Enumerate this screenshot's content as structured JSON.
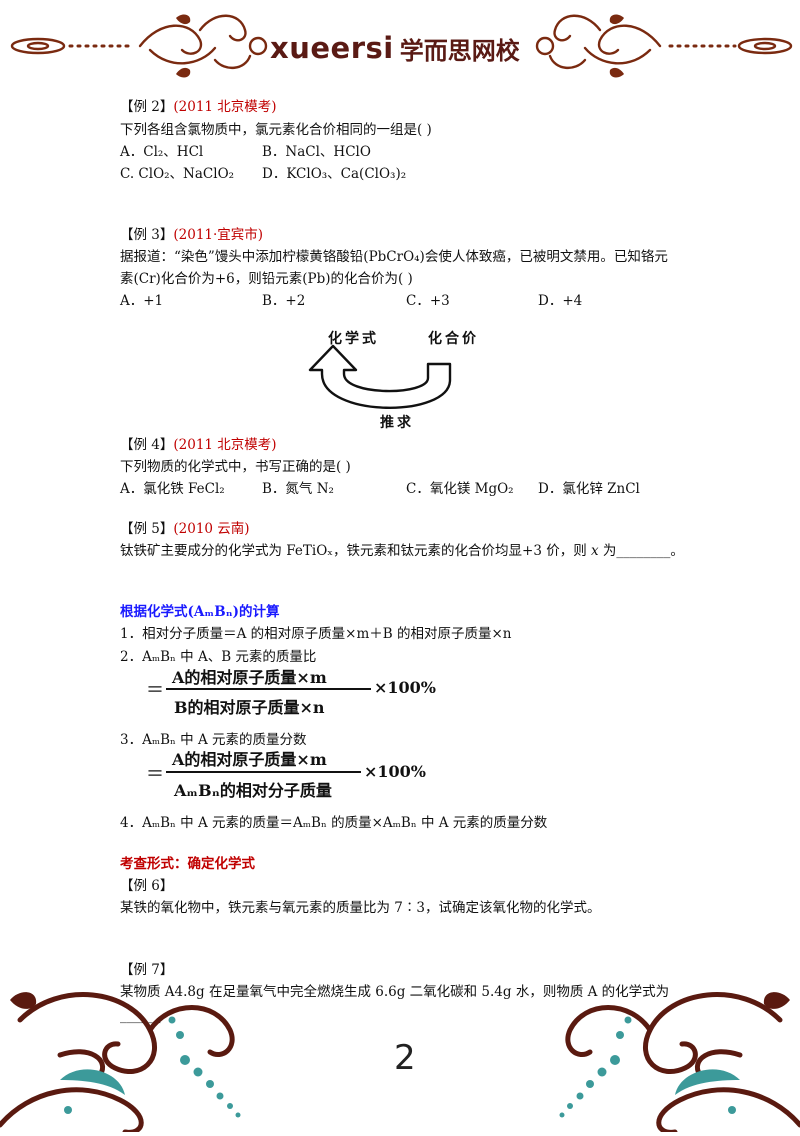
{
  "header": {
    "brand_latin": "xueersi",
    "brand_cn": "学而思网校"
  },
  "ex2": {
    "tag": "【例 2】",
    "source": "(2011 北京模考)",
    "question": "下列各组含氯物质中，氯元素化合价相同的一组是(            )",
    "opt_a": "A．Cl₂、HCl",
    "opt_b": "B．NaCl、HClO",
    "opt_c": "C. ClO₂、NaClO₂",
    "opt_d": "D．KClO₃、Ca(ClO₃)₂"
  },
  "ex3": {
    "tag": "【例 3】",
    "source": "(2011·宜宾市)",
    "line1": "据报道：“染色”馒头中添加柠檬黄铬酸铅(PbCrO₄)会使人体致癌，已被明文禁用。已知铬元",
    "line2": "素(Cr)化合价为+6，则铅元素(Pb)的化合价为(      )",
    "opt_a": "A．+1",
    "opt_b": "B．+2",
    "opt_c": "C．+3",
    "opt_d": "D．+4"
  },
  "cycle": {
    "left": "化学式",
    "right": "化合价",
    "bottom": "推求"
  },
  "ex4": {
    "tag": "【例 4】",
    "source": "(2011 北京模考)",
    "question": "下列物质的化学式中，书写正确的是(     )",
    "opt_a": "A．氯化铁 FeCl₂",
    "opt_b": "B．氮气 N₂",
    "opt_c": "C．氧化镁 MgO₂",
    "opt_d": "D．氯化锌  ZnCl"
  },
  "ex5": {
    "tag": "【例 5】",
    "source": "(2010 云南)",
    "text_before": "钛铁矿主要成分的化学式为 FeTiOₓ，铁元素和钛元素的化合价均显+3 价，则 ",
    "var": "x",
    "text_after": " 为________。"
  },
  "calc": {
    "heading_pre": "根据化学式(",
    "heading_formula": "AₘBₙ",
    "heading_post": ")的计算",
    "item1": "1．相对分子质量＝A 的相对原子质量×m＋B 的相对原子质量×n",
    "item2": "2．AₘBₙ 中 A、B 元素的质量比",
    "frac1_eq": "＝",
    "frac1_num": "A的相对原子质量×m",
    "frac1_den": "B的相对原子质量×n",
    "frac1_tail": "×100%",
    "item3": "3．AₘBₙ 中 A 元素的质量分数",
    "frac2_eq": "＝",
    "frac2_num": "A的相对原子质量×m",
    "frac2_den": "AₘBₙ的相对分子质量",
    "frac2_tail": "×100%",
    "item4": "4．AₘBₙ 中 A 元素的质量＝AₘBₙ 的质量×AₘBₙ 中 A 元素的质量分数"
  },
  "exam": {
    "heading": "考查形式：确定化学式",
    "ex6_tag": "【例 6】",
    "ex6_text": "某铁的氧化物中，铁元素与氧元素的质量比为 7∶3，试确定该氧化物的化学式。",
    "ex7_tag": "【例 7】",
    "ex7_text": "某物质 A4.8g 在足量氧气中完全燃烧生成 6.6g 二氧化碳和 5.4g 水，则物质 A 的化学式为",
    "ex7_blank": "______"
  },
  "page_number": "2",
  "colors": {
    "brand": "#5a1a14",
    "ornament": "#7a2a10",
    "footer_brown": "#5a1a10",
    "footer_teal": "#3c9a9a",
    "source_red": "#c00000",
    "heading_blue": "#1a1aff"
  }
}
